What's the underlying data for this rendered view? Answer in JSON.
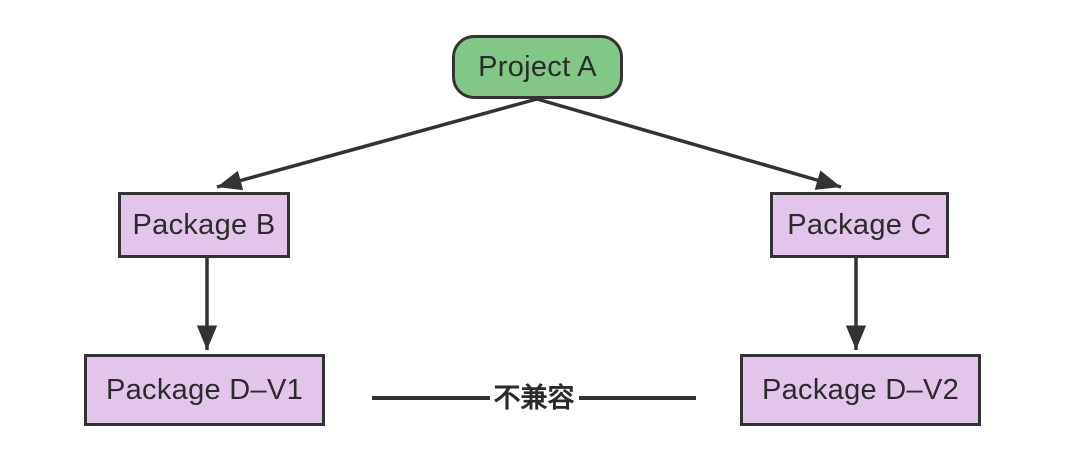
{
  "diagram": {
    "nodes": {
      "project_a": {
        "label": "Project A",
        "shape": "rounded",
        "fill": "#82C785"
      },
      "package_b": {
        "label": "Package B",
        "shape": "rect",
        "fill": "#E3C5EB"
      },
      "package_c": {
        "label": "Package C",
        "shape": "rect",
        "fill": "#E3C5EB"
      },
      "package_d_v1": {
        "label": "Package D–V1",
        "shape": "rect",
        "fill": "#E3C5EB"
      },
      "package_d_v2": {
        "label": "Package D–V2",
        "shape": "rect",
        "fill": "#E3C5EB"
      }
    },
    "edges": {
      "project_a_to_package_b": {
        "from": "project_a",
        "to": "package_b",
        "style": "arrow"
      },
      "project_a_to_package_c": {
        "from": "project_a",
        "to": "package_c",
        "style": "arrow"
      },
      "package_b_to_d_v1": {
        "from": "package_b",
        "to": "package_d_v1",
        "style": "arrow"
      },
      "package_c_to_d_v2": {
        "from": "package_c",
        "to": "package_d_v2",
        "style": "line-with-label"
      },
      "incompatible_label": "不兼容"
    },
    "colors": {
      "project_fill": "#82C785",
      "package_fill": "#E3C5EB",
      "stroke": "#333333",
      "text": "#2B2B2B",
      "bg": "#FFFFFF"
    }
  }
}
